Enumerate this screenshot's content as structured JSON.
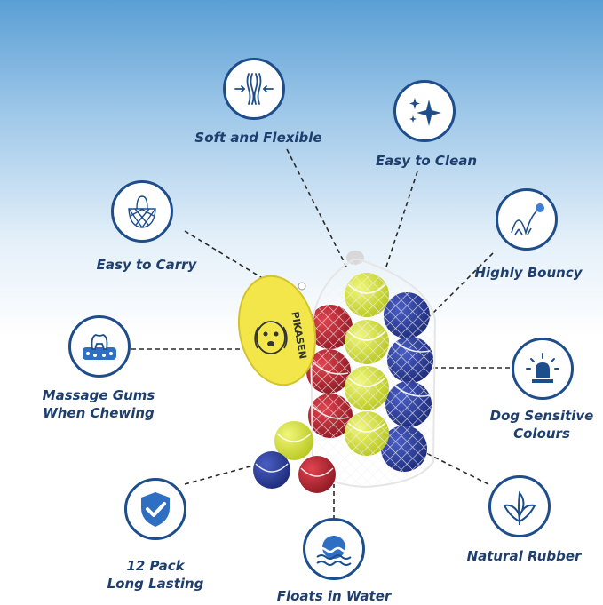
{
  "features": {
    "soft_flexible": "Soft and Flexible",
    "easy_clean": "Easy to Clean",
    "easy_carry": "Easy to Carry",
    "highly_bouncy": "Highly Bouncy",
    "massage_line1": "Massage Gums",
    "massage_line2": "When Chewing",
    "dog_colours_line1": "Dog Sensitive",
    "dog_colours_line2": "Colours",
    "pack_line1": "12 Pack",
    "pack_line2": "Long Lasting",
    "floats": "Floats in Water",
    "natural_rubber": "Natural Rubber"
  },
  "product": {
    "brand": "PIKASEN",
    "ball_count": 12
  },
  "colors": {
    "icon_ring": "#1e4d8c",
    "label_text": "#1e3f6e",
    "tennis_yellow": "#d9e83a",
    "ball_red": "#c42a35",
    "ball_blue": "#2b3e9e",
    "tag_yellow": "#f2e64a"
  },
  "icons": [
    "compress-arrows-icon",
    "sparkle-icon",
    "mesh-bag-icon",
    "bouncing-ball-icon",
    "tooth-icon",
    "siren-light-icon",
    "shield-check-icon",
    "water-wave-icon",
    "leaves-icon"
  ]
}
